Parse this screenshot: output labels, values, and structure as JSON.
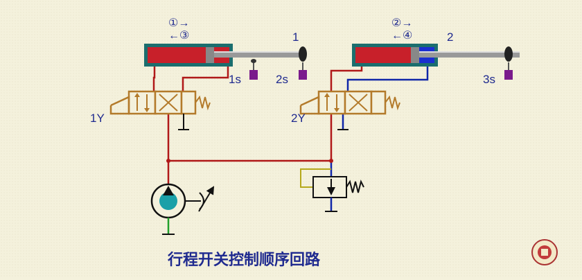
{
  "title": "行程开关控制顺序回路",
  "sequence": {
    "s1": "①→",
    "s2": "②→",
    "s3": "←③",
    "s4": "←④"
  },
  "cylinders": {
    "c1": "1",
    "c2": "2"
  },
  "switches": {
    "s1": "1s",
    "s2": "2s",
    "s3": "3s"
  },
  "valves": {
    "v1": "1Y",
    "v2": "2Y"
  },
  "colors": {
    "pressure_line": "#b01818",
    "return_line": "#1026a8",
    "cylinder": "#c8202a",
    "valve": "#b37a2a",
    "background": "#f4f1dc"
  },
  "icons": [
    "cylinder",
    "limit-switch",
    "directional-valve",
    "relief-valve",
    "pump",
    "tank"
  ]
}
